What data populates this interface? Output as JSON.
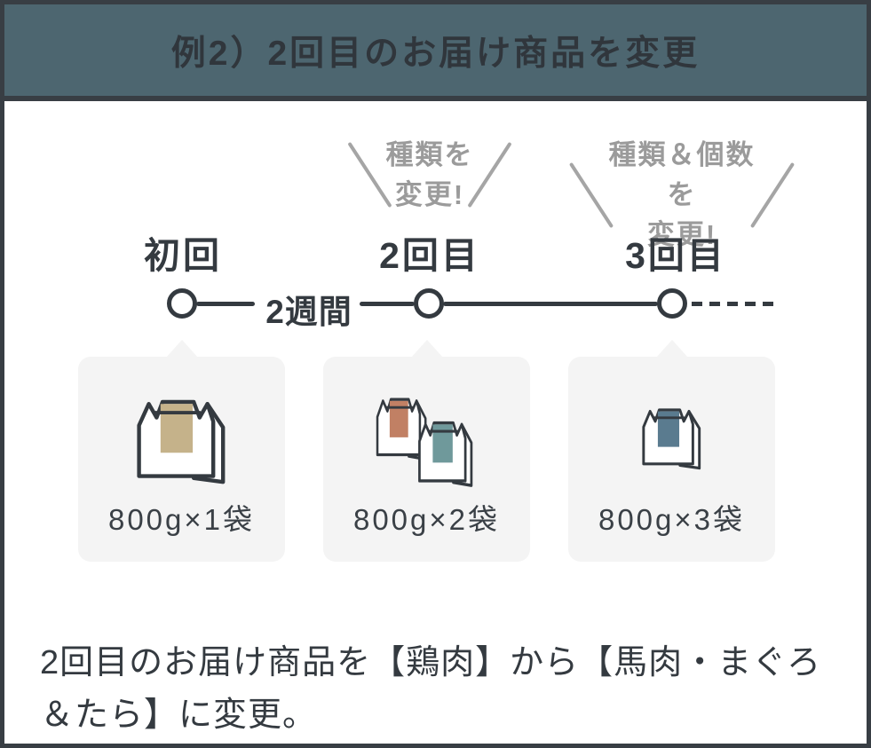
{
  "header": {
    "title": "例2）2回目のお届け商品を変更"
  },
  "timeline": {
    "duration_label": "2週間",
    "milestones": [
      {
        "label": "初回"
      },
      {
        "label": "2回目",
        "annotation": "種類を\n変更!"
      },
      {
        "label": "3回目",
        "annotation": "種類＆個数を\n変更!"
      }
    ]
  },
  "cards": [
    {
      "quantity_label": "800g×1袋",
      "bag_colors": [
        "#c5b28a"
      ]
    },
    {
      "quantity_label": "800g×2袋",
      "bag_colors": [
        "#c18064",
        "#6f999b"
      ]
    },
    {
      "quantity_label": "800g×3袋",
      "bag_colors": [
        "#5a7b8f"
      ]
    }
  ],
  "caption": "2回目のお届け商品を【鶏肉】から【馬肉・まぐろ＆たら】に変更。",
  "colors": {
    "frame_border": "#383e44",
    "header_bg": "#4d6670",
    "text_dark": "#343a40",
    "annotation_gray": "#9b9b9b",
    "card_bg": "#f4f4f4",
    "bag_tan": "#c5b28a",
    "bag_terracotta": "#c18064",
    "bag_teal": "#6f999b",
    "bag_steelblue": "#5a7b8f"
  }
}
